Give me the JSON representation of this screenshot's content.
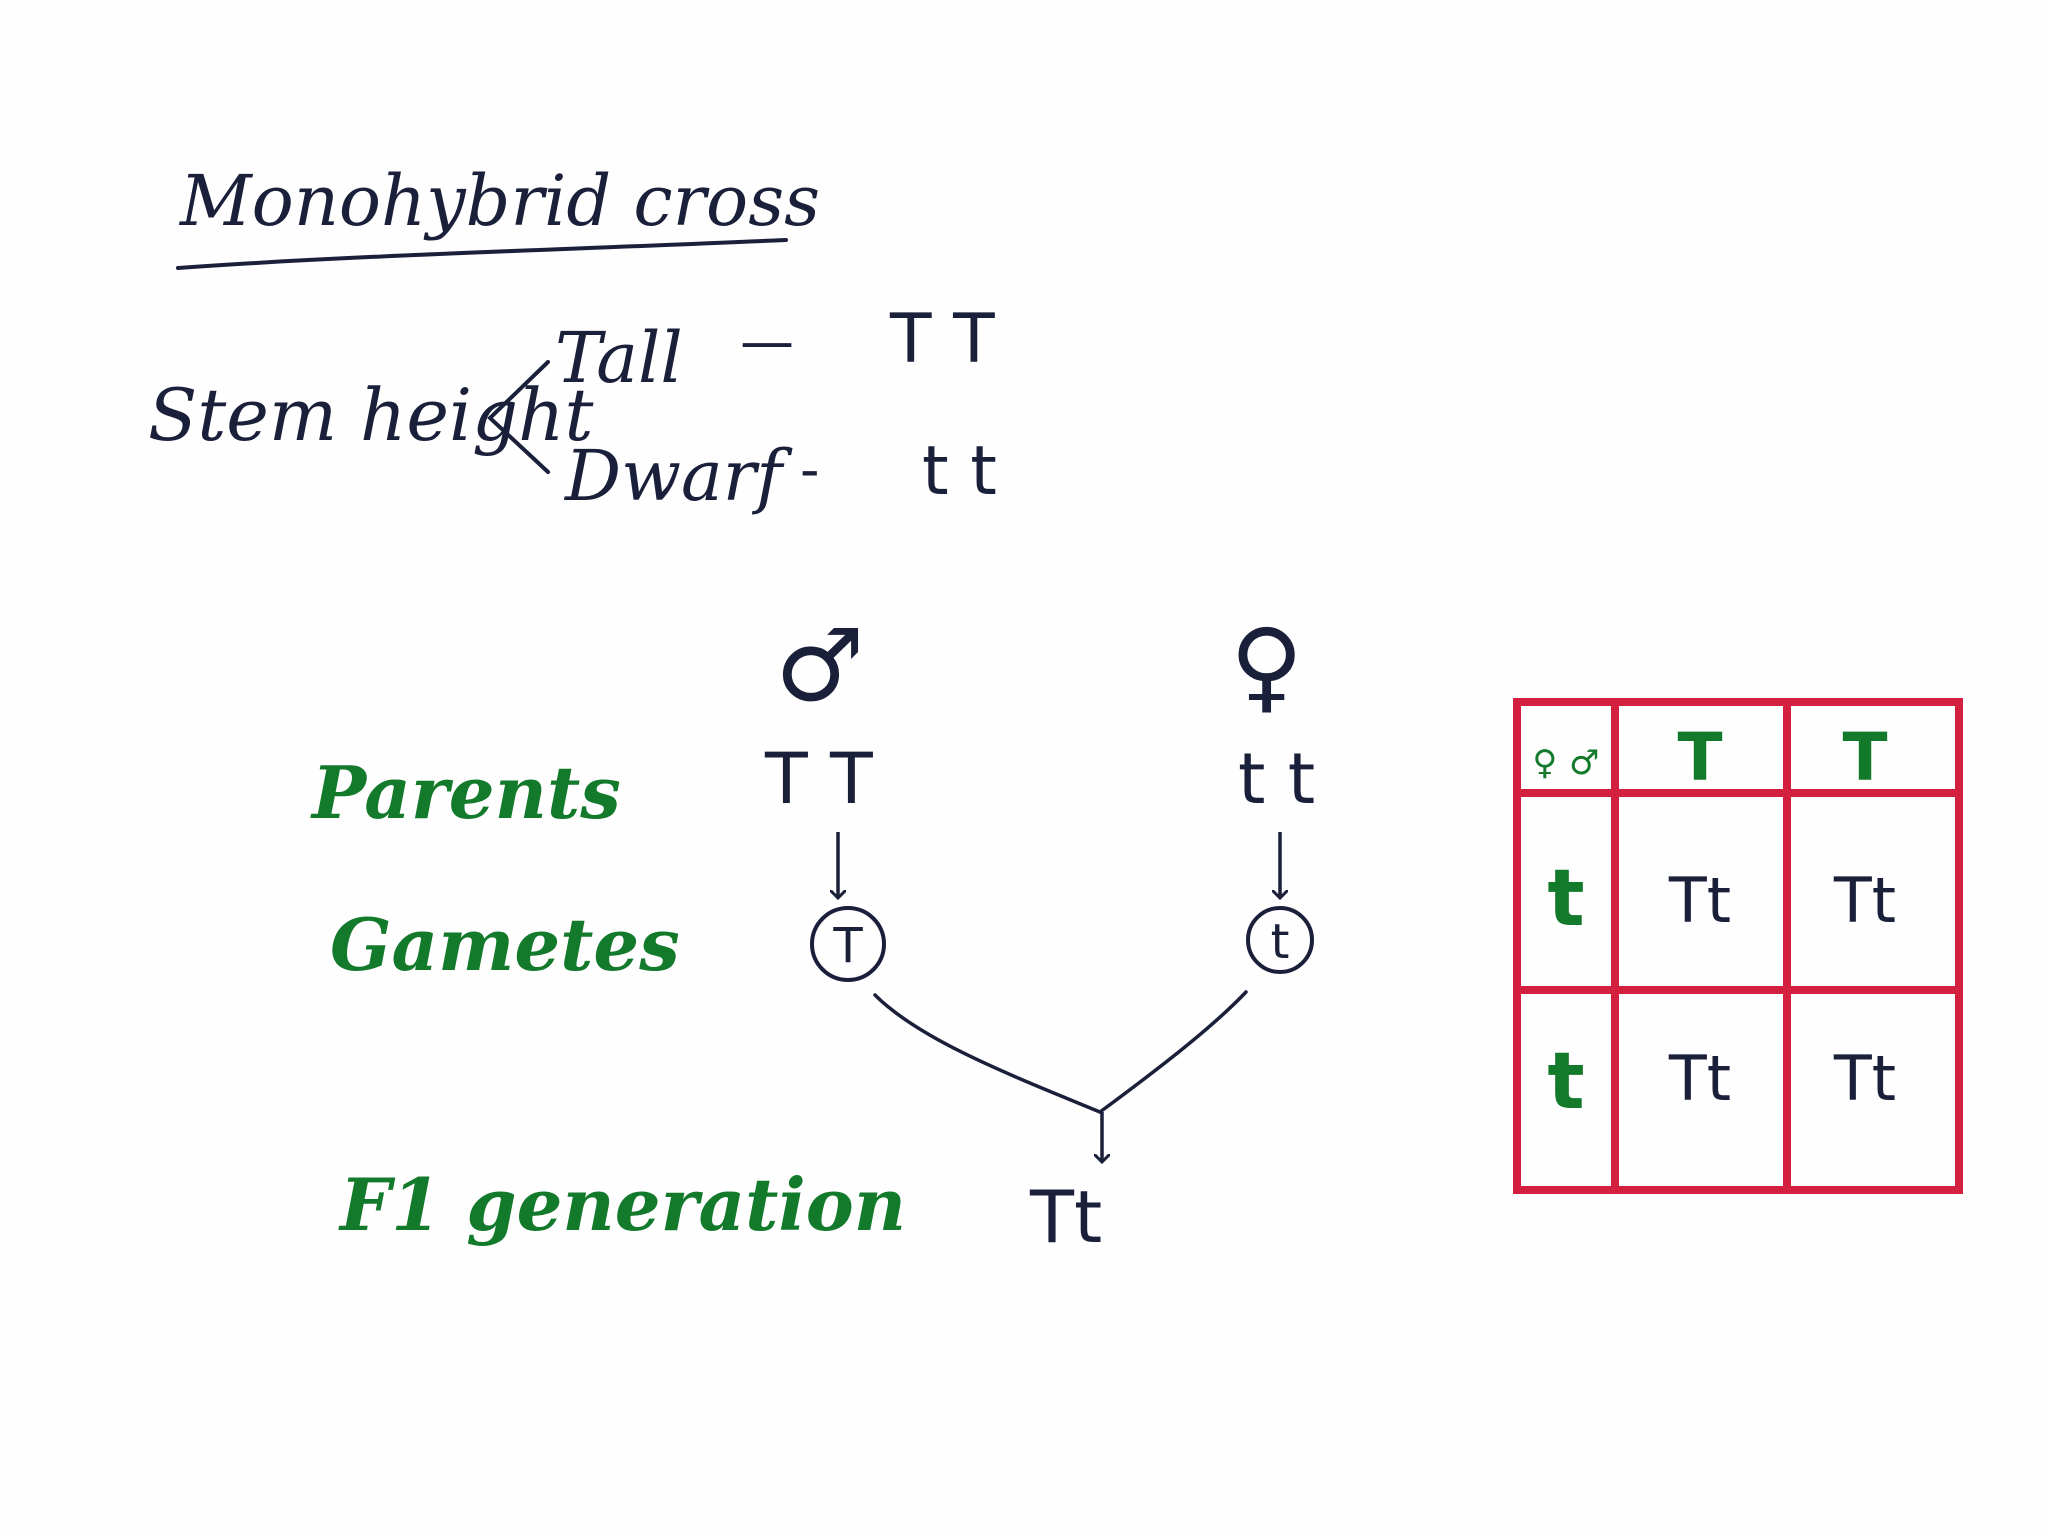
{
  "title": "Monohybrid cross",
  "trait": {
    "name": "Stem height",
    "alleles": [
      {
        "phenotype": "Tall",
        "sep": "—",
        "genotype": "T T"
      },
      {
        "phenotype": "Dwarf",
        "sep": "-",
        "genotype": "t t"
      }
    ]
  },
  "row_labels": {
    "parents": "Parents",
    "gametes": "Gametes",
    "f1": "F1 generation"
  },
  "male": {
    "symbol": "♂",
    "genotype": "T T",
    "gamete": "T"
  },
  "female": {
    "symbol": "♀",
    "genotype": "t t",
    "gamete": "t"
  },
  "f1_result": "Tt",
  "punnett": {
    "corner": "♀ ♂",
    "col_headers": [
      "T",
      "T"
    ],
    "row_headers": [
      "t",
      "t"
    ],
    "cells": [
      [
        "Tt",
        "Tt"
      ],
      [
        "Tt",
        "Tt"
      ]
    ]
  },
  "colors": {
    "ink": "#1a1f3a",
    "green": "#137a2c",
    "grid": "#d3203f"
  }
}
